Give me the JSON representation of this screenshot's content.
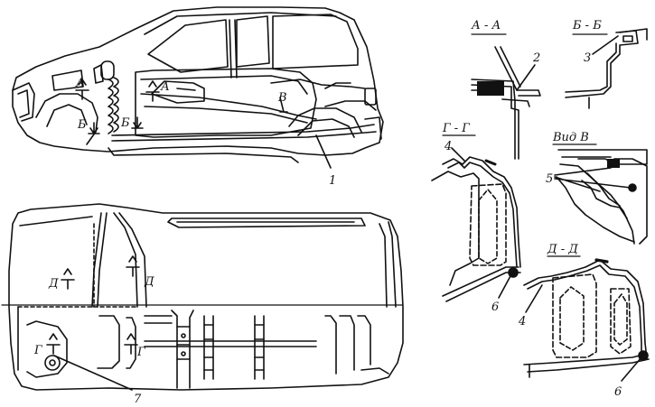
{
  "sections": {
    "aa": "А - А",
    "bb": "Б - Б",
    "gg": "Г - Г",
    "dd": "Д - Д",
    "view_v": "Вид В"
  },
  "markers": {
    "a": "А",
    "b": "Б",
    "v": "В",
    "g": "Г",
    "d": "Д"
  },
  "callouts": {
    "n1": "1",
    "n2": "2",
    "n3": "3",
    "n4": "4",
    "n5": "5",
    "n6": "6",
    "n7": "7"
  },
  "colors": {
    "ink": "#111111",
    "paper": "#ffffff"
  }
}
